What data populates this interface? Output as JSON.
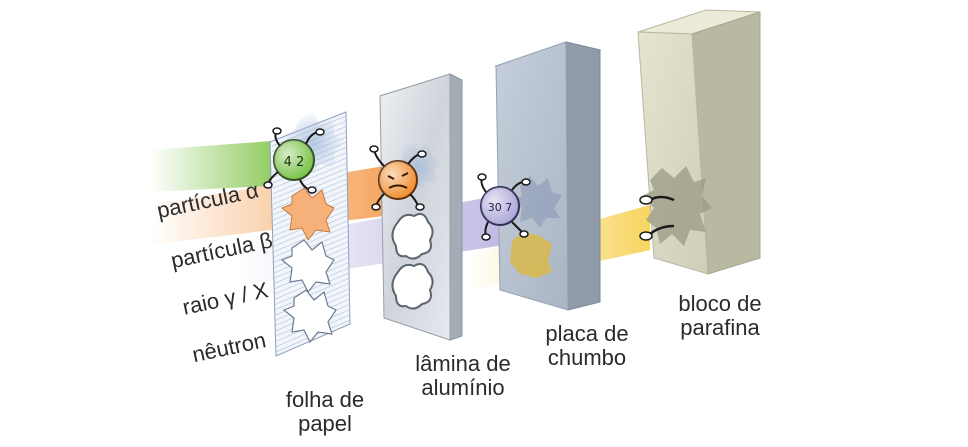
{
  "radiation_labels": {
    "alpha": "partícula α",
    "beta": "partícula β",
    "gamma": "raio γ / X",
    "neutron": "nêutron"
  },
  "barriers": {
    "paper": {
      "line1": "folha de",
      "line2": "papel"
    },
    "aluminum": {
      "line1": "lâmina de",
      "line2": "alumínio"
    },
    "lead": {
      "line1": "placa de",
      "line2": "chumbo"
    },
    "paraffin": {
      "line1": "bloco de",
      "line2": "parafina"
    }
  },
  "colors": {
    "alpha": "#7cc242",
    "beta": "#f39a4a",
    "gamma": "#b9b2e0",
    "neutron": "#f6d04d",
    "paper": "#eef3fa",
    "aluminum": "#d9dde4",
    "lead": "#b9c4d2",
    "paraffin": "#dcdcc6"
  },
  "particle_faces": {
    "alpha": "4 2",
    "gamma": "30 7"
  }
}
